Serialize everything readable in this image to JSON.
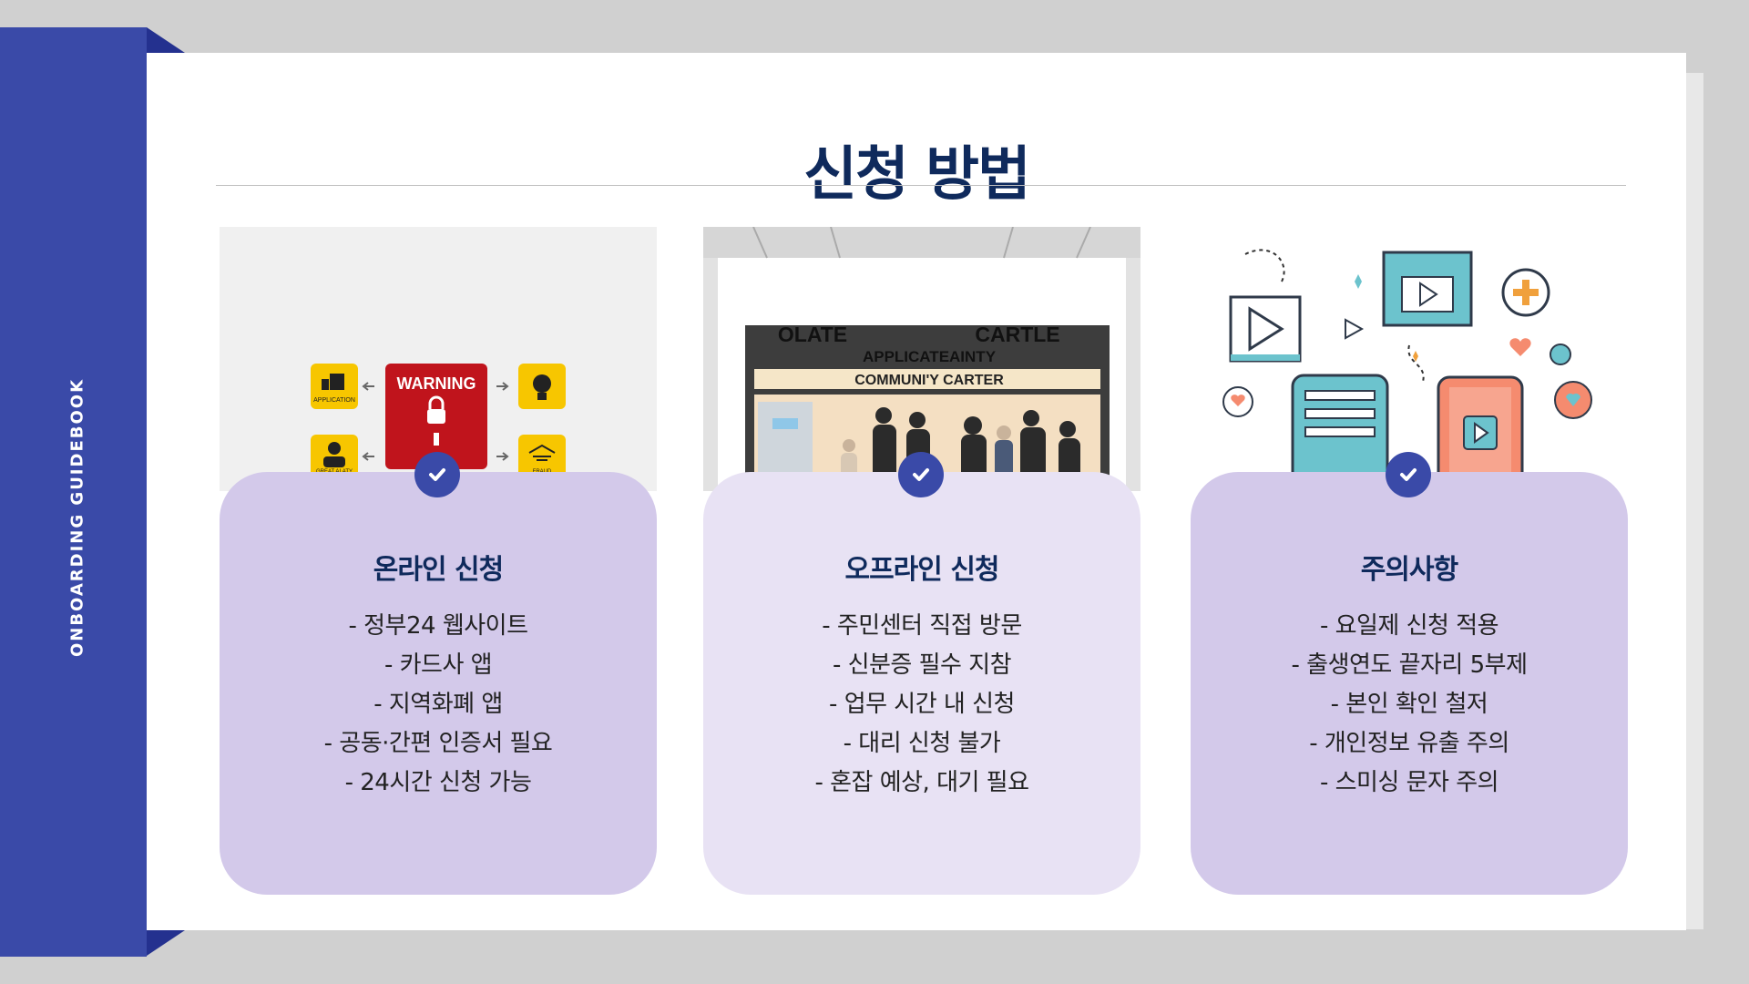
{
  "sidebar": {
    "label": "ONBOARDING GUIDEBOOK"
  },
  "page": {
    "title": "신청 방법"
  },
  "cards": [
    {
      "title": "온라인 신청",
      "items": [
        "- 정부24 웹사이트",
        "- 카드사 앱",
        "- 지역화폐 앱",
        "- 공동·간편 인증서 필요",
        "- 24시간 신청 가능"
      ],
      "image_text": {
        "warning": "WARNING",
        "application": "APPLICATION",
        "great": "GREAT ALATY",
        "fraud": "FRAUD"
      }
    },
    {
      "title": "오프라인 신청",
      "items": [
        "- 주민센터 직접 방문",
        "- 신분증 필수 지참",
        "- 업무 시간 내 신청",
        "- 대리 신청 불가",
        "- 혼잡 예상, 대기 필요"
      ],
      "image_text": {
        "left": "OLATE",
        "right": "CARTLE",
        "middle": "APPLICATEAINTY",
        "sign": "COMMUNI'Y CARTER"
      }
    },
    {
      "title": "주의사항",
      "items": [
        "- 요일제 신청 적용",
        "- 출생연도 끝자리 5부제",
        "- 본인 확인 철저",
        "- 개인정보 유출 주의",
        "- 스미싱 문자 주의"
      ]
    }
  ],
  "colors": {
    "sidebar": "#3a4aa8",
    "title": "#0f2a5c",
    "card_dark": "#d3c9ea",
    "card_light": "#e8e2f4",
    "check": "#3a4aa8"
  }
}
